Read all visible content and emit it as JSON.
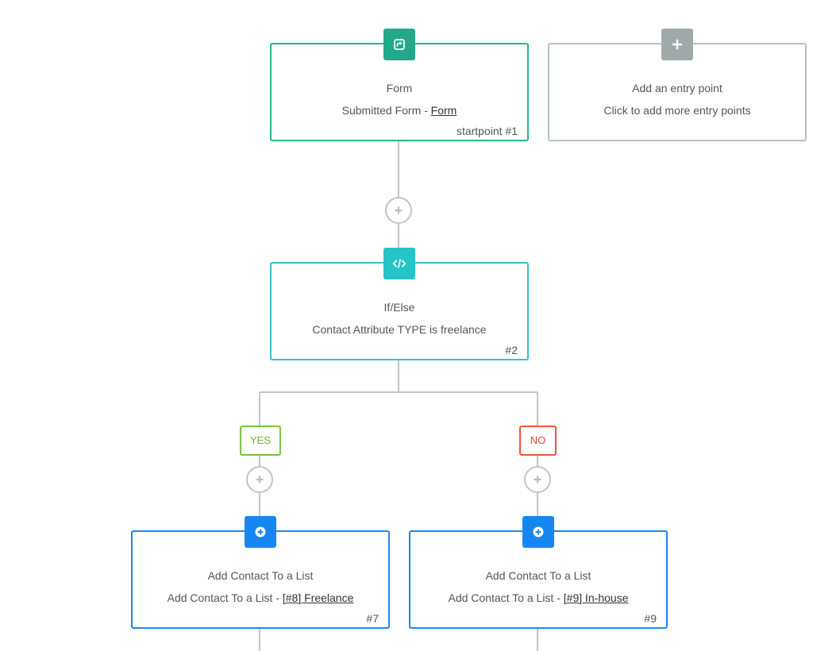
{
  "nodes": {
    "form_trigger": {
      "title": "Form",
      "desc_prefix": "Submitted Form - ",
      "desc_link": "Form",
      "id_label": "startpoint #1"
    },
    "entry_point": {
      "title": "Add an entry point",
      "desc": "Click to add more entry points"
    },
    "if_else": {
      "title": "If/Else",
      "desc": "Contact Attribute TYPE is freelance",
      "id_label": "#2"
    },
    "add_list_freelance": {
      "title": "Add Contact To a List",
      "desc_prefix": "Add Contact To a List - ",
      "desc_link": "[#8] Freelance",
      "id_label": "#7"
    },
    "add_list_inhouse": {
      "title": "Add Contact To a List",
      "desc_prefix": "Add Contact To a List - ",
      "desc_link": "[#9] In-house",
      "id_label": "#9"
    }
  },
  "branches": {
    "yes_label": "YES",
    "no_label": "NO"
  },
  "icons": {
    "trigger": "form-redirect-icon",
    "entry": "plus-icon",
    "condition": "code-icon",
    "action": "plus-circle-icon",
    "add_step": "plus-icon"
  },
  "colors": {
    "trigger": "#22a98a",
    "entry": "#9fa9aa",
    "condition": "#25c5c9",
    "action": "#1686f2",
    "yes": "#7cc143",
    "no": "#e8563f",
    "connector": "#c4c4c4"
  }
}
